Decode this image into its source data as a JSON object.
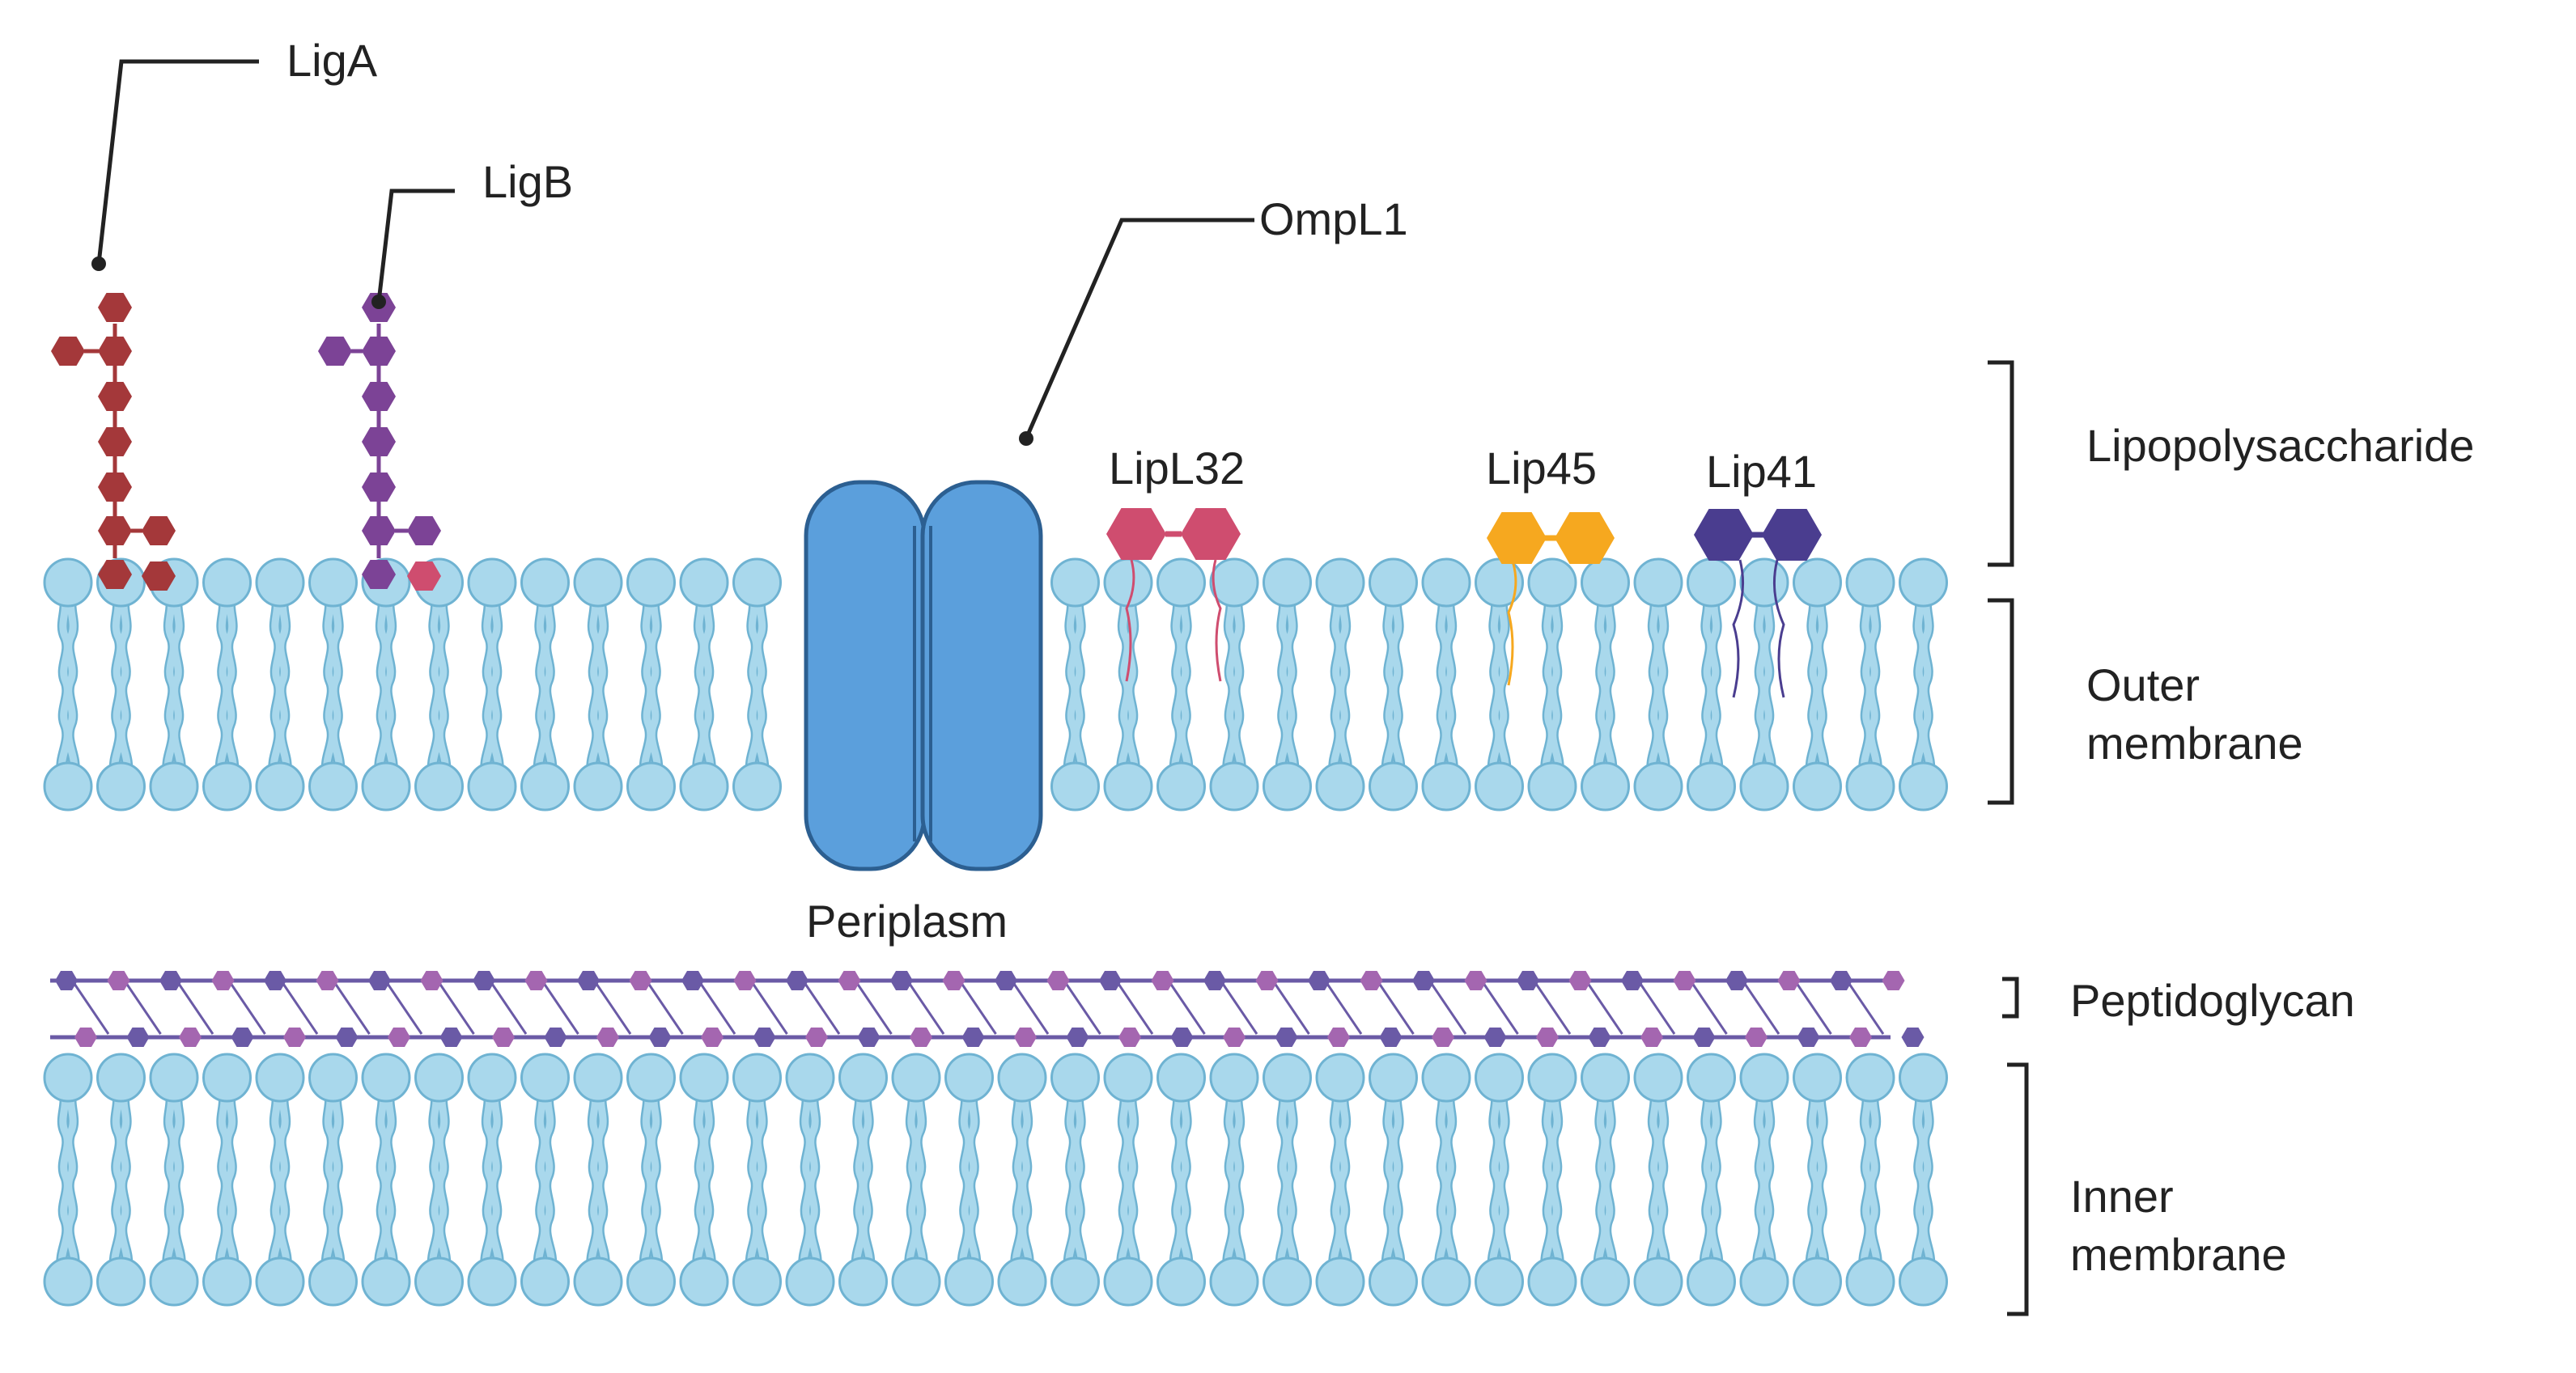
{
  "labels": {
    "liga": "LigA",
    "ligb": "LigB",
    "ompl1": "OmpL1",
    "lipl32": "LipL32",
    "lip45": "Lip45",
    "lip41": "Lip41",
    "periplasm": "Periplasm",
    "lps": "Lipopolysaccharide",
    "outer_1": "Outer",
    "outer_2": "membrane",
    "peptidoglycan": "Peptidoglycan",
    "inner_1": "Inner",
    "inner_2": "membrane"
  },
  "colors": {
    "lipid_fill": "#a9d8ec",
    "lipid_stroke": "#6fb3d2",
    "porin_fill": "#5b9fdc",
    "porin_stroke": "#2c5f91",
    "liga": "#a4383a",
    "ligb": "#7c4396",
    "lipl32": "#cf4d6f",
    "lip45": "#f6a81f",
    "lip41": "#4a3d8f",
    "pg_dark": "#6a5aa6",
    "pg_light": "#a466b0",
    "line": "#222222"
  },
  "icons": {
    "lipid": "phospholipid-bilayer-icon",
    "porin": "beta-barrel-porin-icon",
    "sugar": "hexagon-sugar-icon"
  }
}
